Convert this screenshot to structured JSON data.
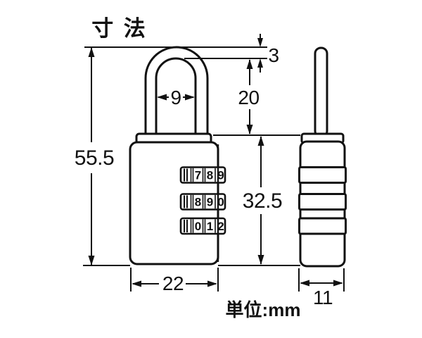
{
  "title": "寸 法",
  "unit_label": "単位:mm",
  "dimensions": {
    "total_height": "55.5",
    "shackle_thickness": "3",
    "shackle_inner_width": "9",
    "shackle_clearance_height": "20",
    "body_height": "32.5",
    "body_width": "22",
    "body_depth": "11"
  },
  "dials": [
    {
      "digits": [
        "7",
        "8",
        "9"
      ]
    },
    {
      "digits": [
        "8",
        "9",
        "0"
      ]
    },
    {
      "digits": [
        "0",
        "1",
        "2"
      ]
    }
  ],
  "colors": {
    "ink": "#111111",
    "background": "#ffffff"
  }
}
